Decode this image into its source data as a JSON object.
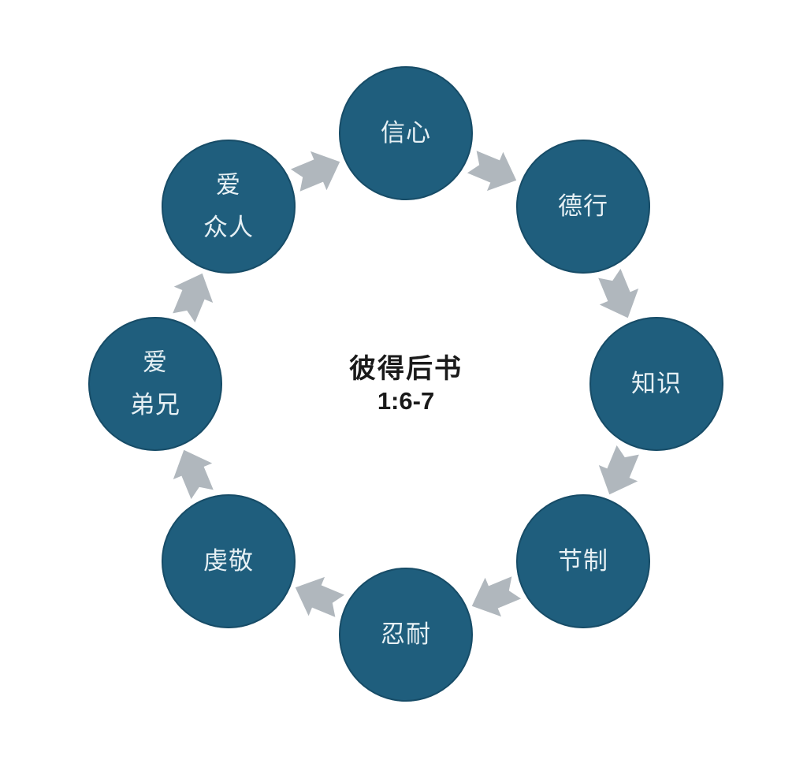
{
  "diagram": {
    "type": "cycle",
    "direction": "clockwise",
    "center_label": {
      "book": "彼得后书",
      "verses": "1:6-7"
    },
    "nodes": [
      {
        "id": "faith",
        "position": "top",
        "lines": [
          "信心",
          ""
        ]
      },
      {
        "id": "virtue",
        "position": "top-right",
        "lines": [
          "德行",
          ""
        ]
      },
      {
        "id": "knowledge",
        "position": "right",
        "lines": [
          "知识",
          ""
        ]
      },
      {
        "id": "self-control",
        "position": "bottom-right",
        "lines": [
          "节制",
          ""
        ]
      },
      {
        "id": "patience",
        "position": "bottom",
        "lines": [
          "忍耐",
          ""
        ]
      },
      {
        "id": "godliness",
        "position": "bottom-left",
        "lines": [
          "虔敬",
          ""
        ]
      },
      {
        "id": "brotherly-love",
        "position": "left",
        "lines": [
          "爱",
          "弟兄"
        ]
      },
      {
        "id": "love-for-all",
        "position": "top-left",
        "lines": [
          "爱",
          "众人"
        ]
      }
    ],
    "arrow_count": 8
  },
  "colors": {
    "background": "#FFFFFF",
    "node_fill": "#1F5E7D",
    "node_text": "#E6F0F4",
    "arrow": "#B0B7BD",
    "center_text": "#1A1A1A"
  }
}
